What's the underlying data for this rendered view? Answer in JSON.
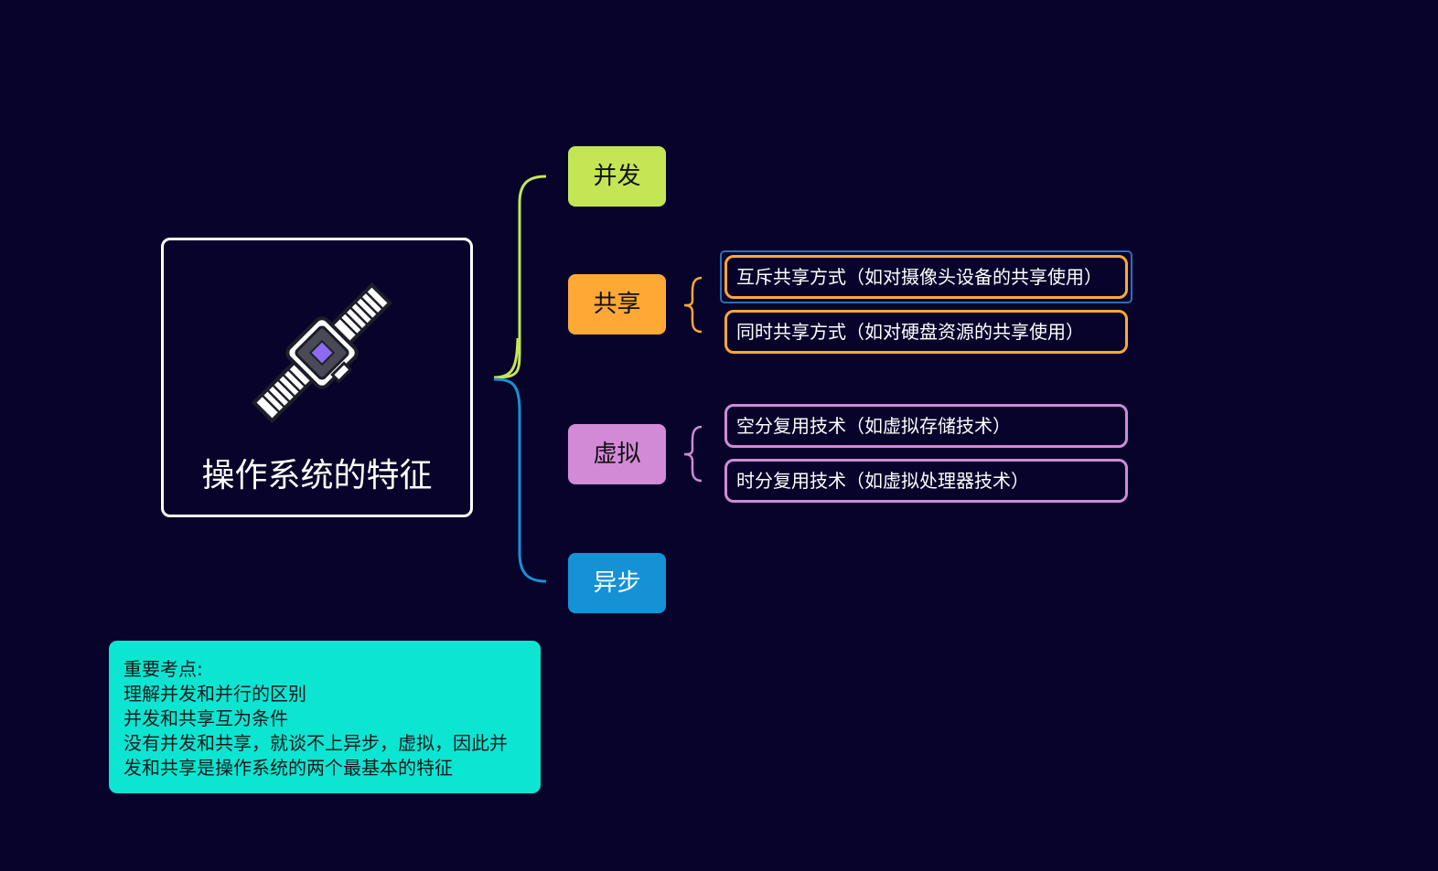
{
  "root": {
    "title": "操作系统的特征",
    "icon": "satellite-icon"
  },
  "branches": [
    {
      "label": "并发",
      "color": "#c4e655",
      "text_color": "#111111",
      "children": []
    },
    {
      "label": "共享",
      "color": "#ffa836",
      "text_color": "#111111",
      "children": [
        "互斥共享方式（如对摄像头设备的共享使用）",
        "同时共享方式（如对硬盘资源的共享使用）"
      ]
    },
    {
      "label": "虚拟",
      "color": "#d28ad6",
      "text_color": "#111111",
      "children": [
        "空分复用技术（如虚拟存储技术）",
        "时分复用技术（如虚拟处理器技术）"
      ]
    },
    {
      "label": "异步",
      "color": "#1592d6",
      "text_color": "#ffffff",
      "children": []
    }
  ],
  "note": {
    "lines": [
      "重要考点:",
      "理解并发和并行的区别",
      "并发和共享互为条件",
      "没有并发和共享，就谈不上异步，虚拟，因此并",
      "发和共享是操作系统的两个最基本的特征"
    ],
    "color": "#0ce5d2"
  },
  "colors": {
    "background": "#07032b",
    "selection": "#2d6fb8"
  }
}
